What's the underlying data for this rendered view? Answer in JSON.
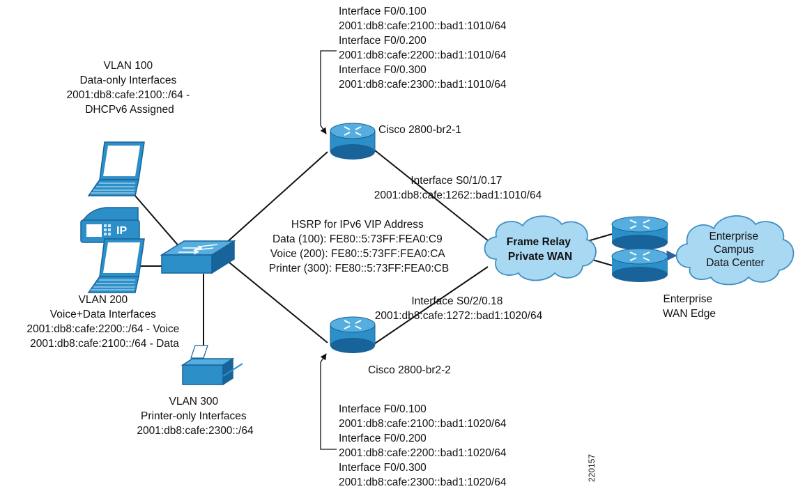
{
  "vlan100": {
    "lines": [
      "VLAN 100",
      "Data-only Interfaces",
      "2001:db8:cafe:2100::/64 -",
      "DHCPv6 Assigned"
    ]
  },
  "vlan200": {
    "lines": [
      "VLAN 200",
      "Voice+Data Interfaces",
      "2001:db8:cafe:2200::/64 - Voice",
      "2001:db8:cafe:2100::/64 - Data"
    ]
  },
  "vlan300": {
    "lines": [
      "VLAN 300",
      "Printer-only Interfaces",
      "2001:db8:cafe:2300::/64"
    ]
  },
  "phone": {
    "badge": "IP"
  },
  "router1": {
    "name": "Cisco 2800-br2-1",
    "interfaces": [
      "Interface F0/0.100",
      "2001:db8:cafe:2100::bad1:1010/64",
      "Interface F0/0.200",
      "2001:db8:cafe:2200::bad1:1010/64",
      "Interface F0/0.300",
      "2001:db8:cafe:2300::bad1:1010/64"
    ],
    "wan": [
      "Interface S0/1/0.17",
      "2001:db8:cafe:1262::bad1:1010/64"
    ]
  },
  "router2": {
    "name": "Cisco 2800-br2-2",
    "interfaces": [
      "Interface F0/0.100",
      "2001:db8:cafe:2100::bad1:1020/64",
      "Interface F0/0.200",
      "2001:db8:cafe:2200::bad1:1020/64",
      "Interface F0/0.300",
      "2001:db8:cafe:2300::bad1:1020/64"
    ],
    "wan": [
      "Interface S0/2/0.18",
      "2001:db8:cafe:1272::bad1:1020/64"
    ]
  },
  "hsrp": {
    "lines": [
      "HSRP for IPv6 VIP Address",
      "Data (100): FE80::5:73FF:FEA0:C9",
      "Voice (200): FE80::5:73FF:FEA0:CA",
      "Printer (300): FE80::5:73FF:FEA0:CB"
    ]
  },
  "wan_cloud": {
    "lines": [
      "Frame Relay",
      "Private WAN"
    ]
  },
  "enterprise_cloud": {
    "lines": [
      "Enterprise",
      "Campus",
      "Data Center"
    ]
  },
  "wan_edge": {
    "lines": [
      "Enterprise",
      "WAN Edge"
    ]
  },
  "figure_id": "220157",
  "colors": {
    "device": "#2d8fc8",
    "device_dark": "#17639a",
    "cloud": "#a9d8f2",
    "cloud_edge": "#3f8fc2",
    "arrow": "#2f5f9e"
  }
}
